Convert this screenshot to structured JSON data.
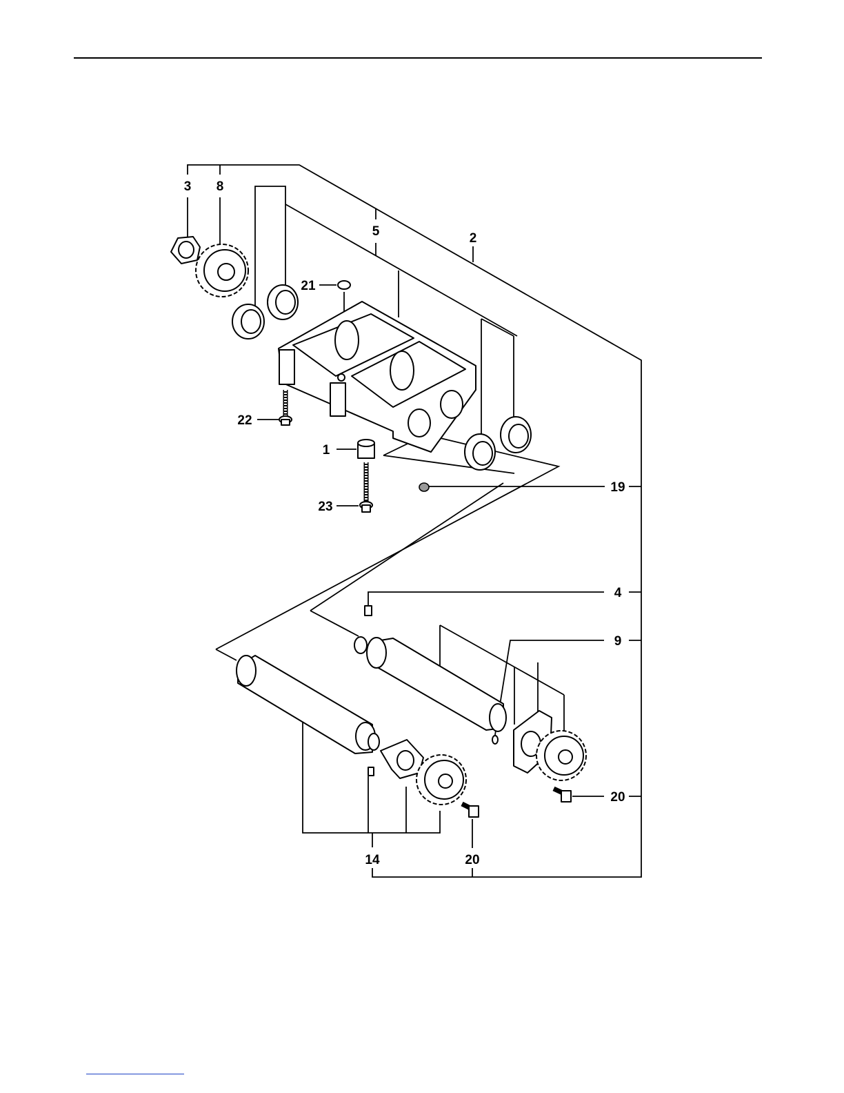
{
  "diagram": {
    "callouts": {
      "c3": "3",
      "c8": "8",
      "c5": "5",
      "c2": "2",
      "c21": "21",
      "c22": "22",
      "c1": "1",
      "c23": "23",
      "c19": "19",
      "c4": "4",
      "c9": "9",
      "c20a": "20",
      "c14": "14",
      "c20b": "20"
    },
    "colors": {
      "line": "#000000",
      "fill": "#ffffff",
      "shade": "#d8d8d8",
      "link": "#1a3fc4"
    }
  }
}
